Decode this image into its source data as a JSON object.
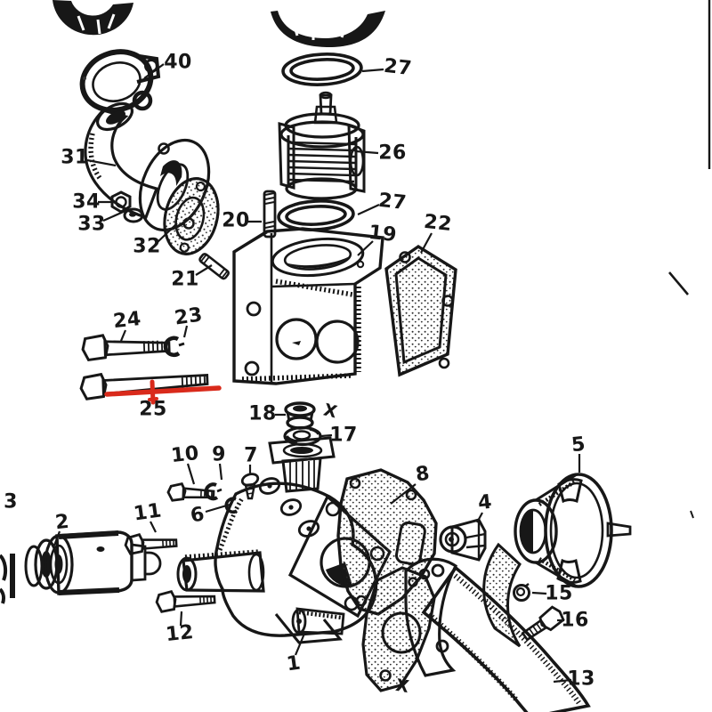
{
  "diagram": {
    "kind": "exploded-parts-diagram",
    "background": "#ffffff",
    "ink_color": "#171717",
    "labels": [
      {
        "text": "40"
      },
      {
        "text": "31"
      },
      {
        "text": "34"
      },
      {
        "text": "33"
      },
      {
        "text": "32"
      },
      {
        "text": "27"
      },
      {
        "text": "26"
      },
      {
        "text": "27"
      },
      {
        "text": "20"
      },
      {
        "text": "19"
      },
      {
        "text": "22"
      },
      {
        "text": "21"
      },
      {
        "text": "24"
      },
      {
        "text": "23"
      },
      {
        "text": "25"
      },
      {
        "text": "18"
      },
      {
        "text": "X"
      },
      {
        "text": "17"
      },
      {
        "text": "10"
      },
      {
        "text": "9"
      },
      {
        "text": "7"
      },
      {
        "text": "6"
      },
      {
        "text": "11"
      },
      {
        "text": "2"
      },
      {
        "text": "3"
      },
      {
        "text": "12"
      },
      {
        "text": "1"
      },
      {
        "text": "8"
      },
      {
        "text": "4"
      },
      {
        "text": "5"
      },
      {
        "text": "15"
      },
      {
        "text": "16"
      },
      {
        "text": "13"
      },
      {
        "text": "X"
      }
    ],
    "annotation": {
      "highlight_color": "#d92a1b",
      "marked_label": "25"
    }
  }
}
